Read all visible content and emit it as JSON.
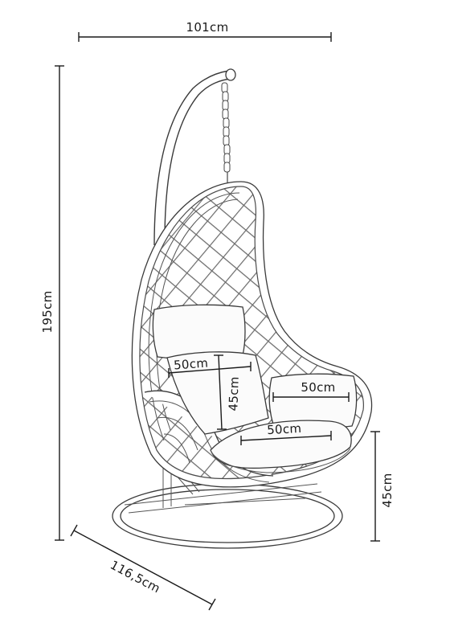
{
  "dimensions": {
    "frame_width": "101cm",
    "total_height": "195cm",
    "base_depth": "116,5cm",
    "seat_height": "45cm",
    "back_cushion_width": "50cm",
    "back_cushion_height": "45cm",
    "armrest_cushion_width": "50cm",
    "seat_cushion_width": "50cm"
  }
}
